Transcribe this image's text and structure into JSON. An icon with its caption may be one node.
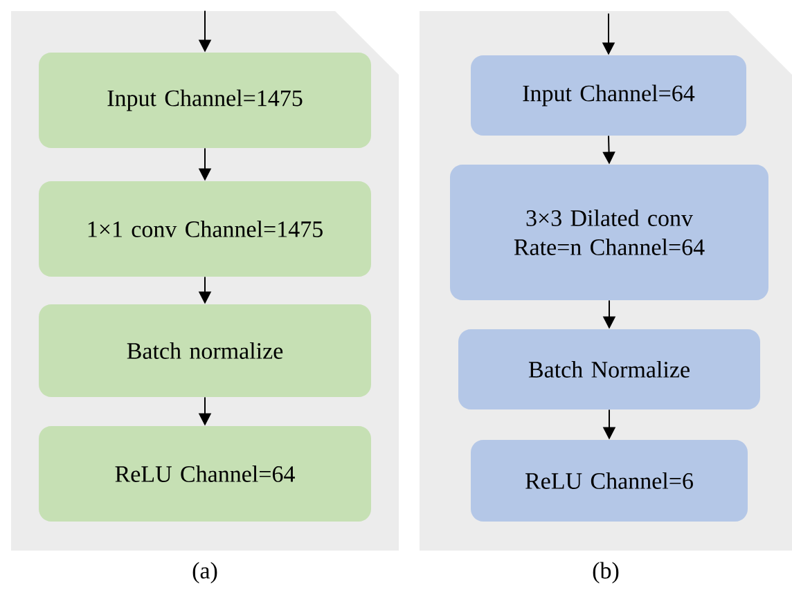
{
  "diagram": {
    "nodes": [
      {
        "text": [],
        "shape": "box",
        "beside": [
          "(a)"
        ]
      },
      {
        "text": [
          "Input Channel=1475"
        ],
        "in": 0
      },
      {
        "text": [
          "1×1 conv Channel=1475"
        ],
        "in": 0
      },
      {
        "text": [
          "Batch normalize"
        ],
        "in": 0
      },
      {
        "text": [
          "ReLU Channel=64"
        ],
        "in": 0
      },
      {
        "text": [],
        "shape": "box",
        "beside": [
          "(b)"
        ]
      },
      {
        "text": [
          "Input Channel=64"
        ],
        "in": 5
      },
      {
        "text": [
          "3×3 Dilated conv Rate=n Channel=64"
        ],
        "in": 5
      },
      {
        "text": [
          "Batch Normalize"
        ],
        "in": 5
      },
      {
        "text": [
          "ReLU Channel=6"
        ],
        "in": 5
      }
    ],
    "edges": [
      {
        "from": null,
        "to": 1,
        "arrow": "to"
      },
      {
        "from": 1,
        "to": 2,
        "arrow": "to"
      },
      {
        "from": 2,
        "to": 3,
        "arrow": "to"
      },
      {
        "from": 3,
        "to": 4,
        "arrow": "to"
      },
      {
        "from": null,
        "to": 6,
        "arrow": "to"
      },
      {
        "from": 6,
        "to": 7,
        "arrow": "to"
      },
      {
        "from": 7,
        "to": 8,
        "arrow": "to"
      },
      {
        "from": 8,
        "to": 9,
        "arrow": "to"
      }
    ]
  }
}
